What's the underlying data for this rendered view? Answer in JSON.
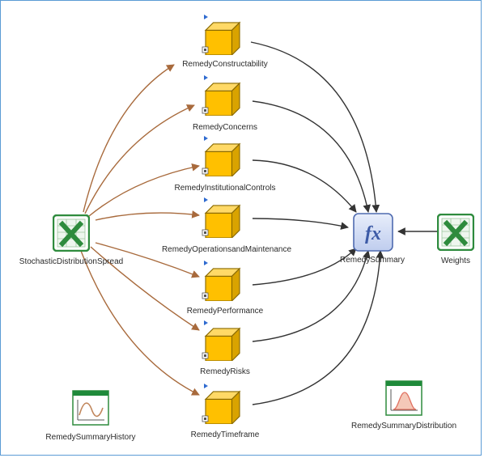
{
  "nodes": {
    "stochastic": {
      "label": "StochasticDistributionSpread",
      "icon": "excel-icon"
    },
    "constructability": {
      "label": "RemedyConstructability",
      "icon": "cube-icon"
    },
    "concerns": {
      "label": "RemedyConcerns",
      "icon": "cube-icon"
    },
    "institutional": {
      "label": "RemedyInstitutionalControls",
      "icon": "cube-icon"
    },
    "operations": {
      "label": "RemedyOperationsandMaintenance",
      "icon": "cube-icon"
    },
    "performance": {
      "label": "RemedyPerformance",
      "icon": "cube-icon"
    },
    "risks": {
      "label": "RemedyRisks",
      "icon": "cube-icon"
    },
    "timeframe": {
      "label": "RemedyTimeframe",
      "icon": "cube-icon"
    },
    "summary": {
      "label": "RemedySummary",
      "icon": "function-icon",
      "symbol": "fx"
    },
    "weights": {
      "label": "Weights",
      "icon": "excel-icon"
    },
    "history": {
      "label": "RemedySummaryHistory",
      "icon": "time-history-chart-icon"
    },
    "distribution": {
      "label": "RemedySummaryDistribution",
      "icon": "distribution-chart-icon"
    }
  },
  "colors": {
    "border": "#5b9bd5",
    "cube_face": "#ffc000",
    "cube_top": "#ffd966",
    "cube_side": "#d9a300",
    "cube_edge": "#8a6a00",
    "brown_arrow": "#a86a3c",
    "dark_arrow": "#333333",
    "excel_green": "#2e8b3d",
    "fx_blue": "#4f6bb0",
    "pdf_red": "#e07060"
  },
  "edges": [
    {
      "from": "stochastic",
      "to": "constructability",
      "color": "brown"
    },
    {
      "from": "stochastic",
      "to": "concerns",
      "color": "brown"
    },
    {
      "from": "stochastic",
      "to": "institutional",
      "color": "brown"
    },
    {
      "from": "stochastic",
      "to": "operations",
      "color": "brown"
    },
    {
      "from": "stochastic",
      "to": "performance",
      "color": "brown"
    },
    {
      "from": "stochastic",
      "to": "risks",
      "color": "brown"
    },
    {
      "from": "stochastic",
      "to": "timeframe",
      "color": "brown"
    },
    {
      "from": "constructability",
      "to": "summary",
      "color": "dark"
    },
    {
      "from": "concerns",
      "to": "summary",
      "color": "dark"
    },
    {
      "from": "institutional",
      "to": "summary",
      "color": "dark"
    },
    {
      "from": "operations",
      "to": "summary",
      "color": "dark"
    },
    {
      "from": "performance",
      "to": "summary",
      "color": "dark"
    },
    {
      "from": "risks",
      "to": "summary",
      "color": "dark"
    },
    {
      "from": "timeframe",
      "to": "summary",
      "color": "dark"
    },
    {
      "from": "weights",
      "to": "summary",
      "color": "dark"
    }
  ]
}
